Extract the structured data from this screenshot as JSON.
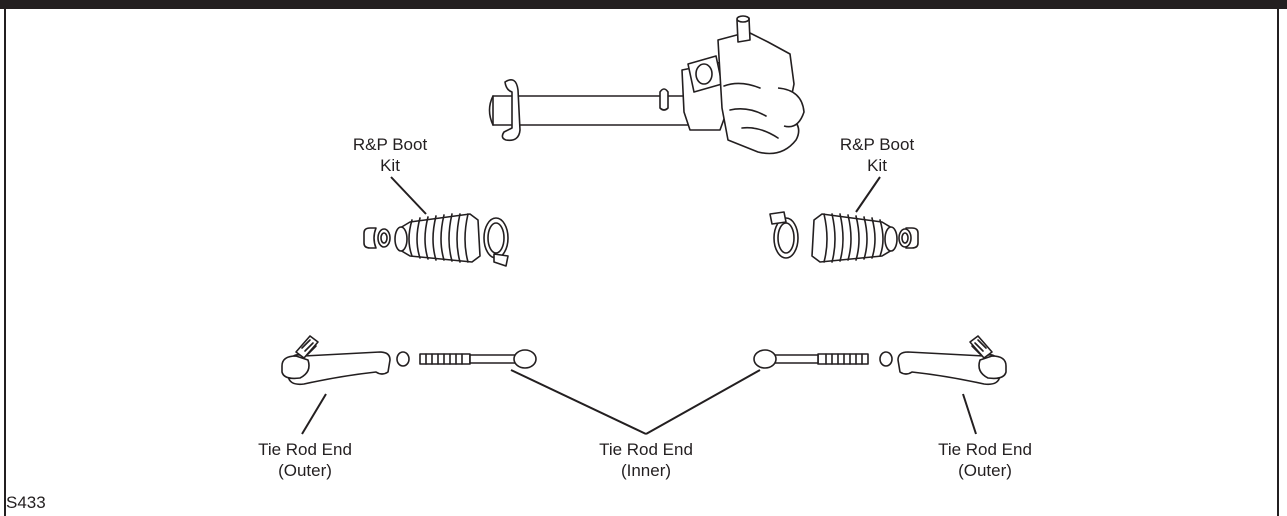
{
  "diagram": {
    "code": "S433",
    "labels": {
      "boot_kit_left_line1": "R&P Boot",
      "boot_kit_left_line2": "Kit",
      "boot_kit_right_line1": "R&P Boot",
      "boot_kit_right_line2": "Kit",
      "tie_rod_outer_left_line1": "Tie Rod End",
      "tie_rod_outer_left_line2": "(Outer)",
      "tie_rod_inner_line1": "Tie Rod End",
      "tie_rod_inner_line2": "(Inner)",
      "tie_rod_outer_right_line1": "Tie Rod End",
      "tie_rod_outer_right_line2": "(Outer)"
    }
  },
  "colors": {
    "ink": "#231f20",
    "background": "#ffffff"
  }
}
